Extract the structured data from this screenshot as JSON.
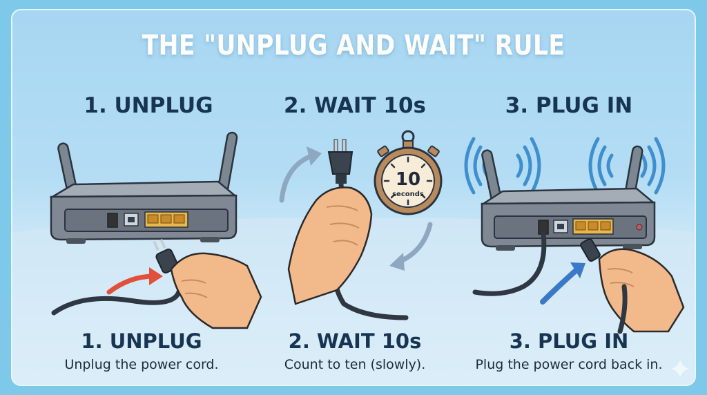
{
  "title": "THE \"UNPLUG AND WAIT\" RULE",
  "steps": [
    {
      "heading": "1. UNPLUG",
      "caption_heading": "1. UNPLUG",
      "caption": "Unplug the power cord.",
      "illustration": "router-unplug-hand",
      "arrow_color": "#e0503a"
    },
    {
      "heading": "2. WAIT 10s",
      "caption_heading": "2. WAIT 10s",
      "caption": "Count to ten (slowly).",
      "illustration": "hand-holding-plug-stopwatch",
      "timer": {
        "value": "10",
        "unit": "seconds"
      }
    },
    {
      "heading": "3. PLUG IN",
      "caption_heading": "3. PLUG IN",
      "caption": "Plug the power cord back in.",
      "illustration": "router-plug-in-wifi-waves",
      "arrow_color": "#3a78c8"
    }
  ],
  "colors": {
    "background": "#7ec8ea",
    "heading_text": "#173552",
    "title_text": "#ffffff",
    "wifi_waves": "#3f8fd0",
    "ethernet_ports": "#e8b84a",
    "stopwatch": "#b88a5e"
  }
}
